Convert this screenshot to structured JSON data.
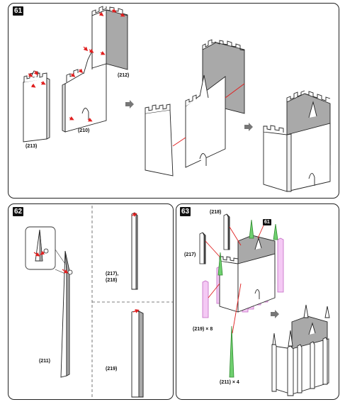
{
  "panels": {
    "p61": {
      "step": "61"
    },
    "p62": {
      "step": "62"
    },
    "p63": {
      "step": "63"
    }
  },
  "labels": {
    "part_213": "(213)",
    "part_210": "(210)",
    "part_212": "(212)",
    "part_211": "(211)",
    "part_217_218": "(217),",
    "part_218b": "(218)",
    "part_219": "(219)",
    "p63_218": "(218)",
    "p63_217": "(217)",
    "p63_219x8": "(219) × 8",
    "p63_211x4": "(211) × 4",
    "p63_ref61": "61"
  },
  "colors": {
    "outline": "#222222",
    "grey_face": "#a9a9a9",
    "red": "#e02020",
    "pink": "#e9a9e9",
    "green": "#52c152",
    "arrow": "#777777"
  },
  "icons": {
    "next_arrow": "grey-arrow-icon",
    "zoom_circle": "magnifier-circle-icon"
  }
}
